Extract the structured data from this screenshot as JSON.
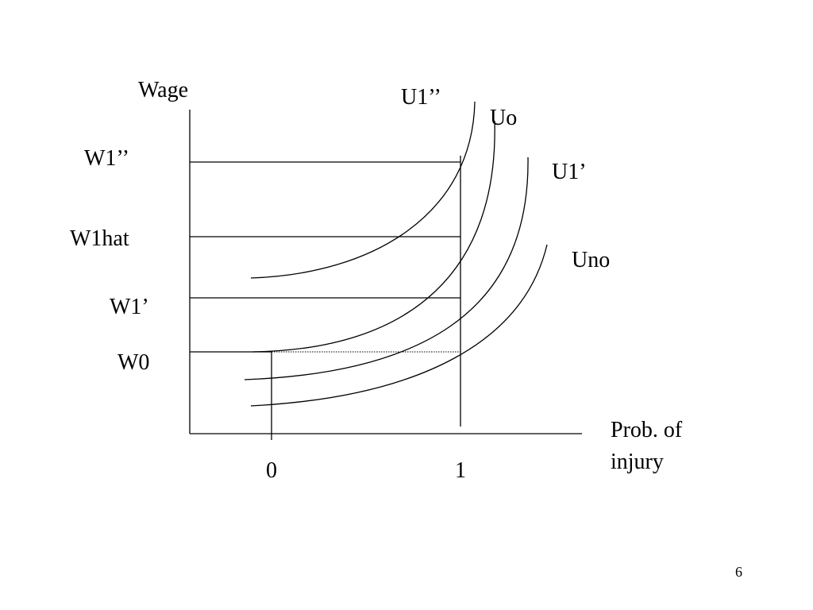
{
  "axes": {
    "y_label": "Wage",
    "x_label_line1": "Prob. of",
    "x_label_line2": "injury",
    "x_tick_0": "0",
    "x_tick_1": "1"
  },
  "wage_levels": {
    "w1_double_prime": "W1’’",
    "w1_hat": "W1hat",
    "w1_prime": "W1’",
    "w0": "W0"
  },
  "curves": {
    "u1_double_prime": "U1’’",
    "uo": "Uo",
    "u1_prime": "U1’",
    "uno": "Uno"
  },
  "page_number": "6"
}
